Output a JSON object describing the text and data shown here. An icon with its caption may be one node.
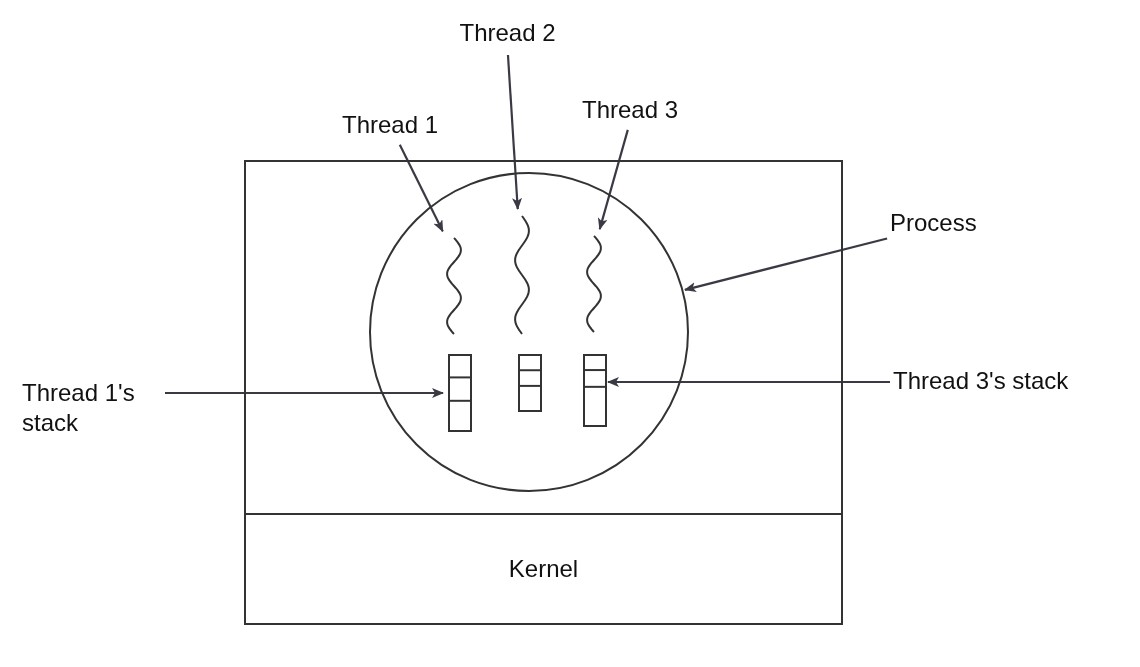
{
  "diagram": {
    "nodes": [
      {
        "text": [],
        "shape": "box"
      },
      {
        "text": [
          "Kernel"
        ]
      },
      {
        "text": [],
        "shape": "circle",
        "in": 0
      },
      {
        "text": [],
        "shape": "squiggle",
        "in": 2
      },
      {
        "text": [],
        "shape": "squiggle",
        "in": 2
      },
      {
        "text": [],
        "shape": "squiggle",
        "in": 2
      },
      {
        "text": [],
        "shape": "box",
        "in": 2
      },
      {
        "text": [],
        "shape": "box",
        "in": 2
      },
      {
        "text": [],
        "shape": "box",
        "in": 2
      },
      {
        "text": [
          "Thread 1"
        ]
      },
      {
        "text": [
          "Thread 2"
        ]
      },
      {
        "text": [
          "Thread 3"
        ]
      },
      {
        "text": [
          "Process"
        ]
      },
      {
        "text": [
          "Thread 1's stack"
        ]
      },
      {
        "text": [
          "Thread 3's stack"
        ]
      }
    ],
    "edges": [
      {
        "from": 9,
        "to": 3,
        "arrow": "to"
      },
      {
        "from": 10,
        "to": 4,
        "arrow": "to"
      },
      {
        "from": 11,
        "to": 5,
        "arrow": "to"
      },
      {
        "from": 12,
        "to": 2,
        "arrow": "to"
      },
      {
        "from": 13,
        "to": 6,
        "arrow": "to"
      },
      {
        "from": 14,
        "to": 8,
        "arrow": "to"
      }
    ]
  }
}
